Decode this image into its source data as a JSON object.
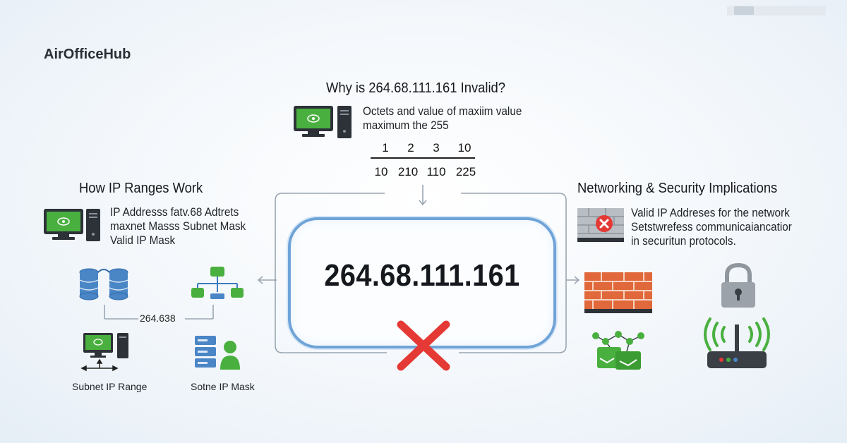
{
  "brand": "AirOfficeHub",
  "top": {
    "title": "Why is 264.68.111.161 Invalid?",
    "lines": [
      "Octets and value of maxiim value",
      "maximum the 255"
    ],
    "octets_top": [
      "1",
      "2",
      "3",
      "10"
    ],
    "octets_bottom": [
      "10",
      "210",
      "110",
      "225"
    ]
  },
  "center": {
    "ip": "264.68.111.161"
  },
  "left": {
    "title": "How IP Ranges Work",
    "lines": [
      "IP Addresss fatv.68 Adtrets",
      "maxnet Masss Subnet Mask",
      "Valid IP Mask"
    ],
    "connector_label": "264.638",
    "label_left": "Subnet IP Range",
    "label_right": "Sotne IP Mask"
  },
  "right": {
    "title": "Networking & Security Implications",
    "lines": [
      "Valid IP Addreses for the network",
      "Setstwrefess communicaiancatior",
      "in securitun protocols."
    ]
  },
  "colors": {
    "accent_blue": "#6fa3d8",
    "error_red": "#e53935",
    "brick": "#e0683a",
    "monitor_green": "#3fae3a"
  }
}
